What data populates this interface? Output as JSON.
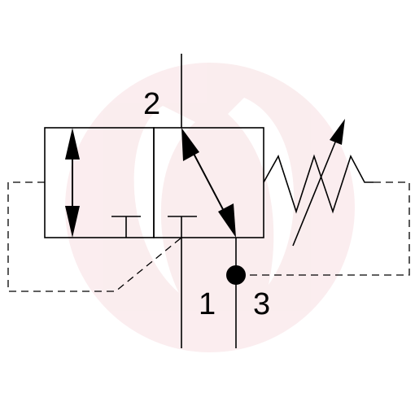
{
  "ports": {
    "port_2": "2",
    "port_1": "1",
    "port_3": "3"
  },
  "colors": {
    "line": "#000000",
    "background": "#ffffff",
    "watermark": "#f7dfe1"
  },
  "icons": {
    "watermark": "circular-logo-watermark",
    "spring": "adjustable-spring-icon"
  }
}
